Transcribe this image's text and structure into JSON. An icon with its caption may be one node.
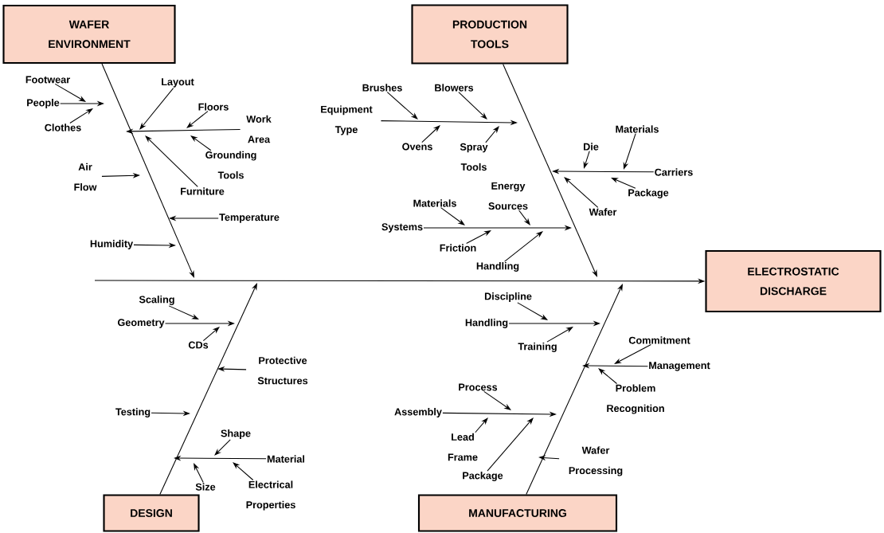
{
  "diagram": {
    "nodes": [
      {
        "text": [
          "WAFER ENVIRONMENT"
        ]
      },
      {
        "text": [
          "PRODUCTION TOOLS"
        ]
      },
      {
        "text": [
          "ELECTROSTATIC DISCHARGE"
        ]
      },
      {
        "text": [
          "DESIGN"
        ]
      },
      {
        "text": [
          "MANUFACTURING"
        ]
      },
      {
        "text": [
          "Footwear"
        ]
      },
      {
        "text": [
          "People"
        ]
      },
      {
        "text": [
          "Clothes"
        ]
      },
      {
        "text": [
          "Layout"
        ]
      },
      {
        "text": [
          "Floors"
        ]
      },
      {
        "text": [
          "Work Area"
        ]
      },
      {
        "text": [
          "Grounding Tools"
        ]
      },
      {
        "text": [
          "Air Flow"
        ]
      },
      {
        "text": [
          "Furniture"
        ]
      },
      {
        "text": [
          "Temperature"
        ]
      },
      {
        "text": [
          "Humidity"
        ]
      },
      {
        "text": [
          "Brushes"
        ]
      },
      {
        "text": [
          "Blowers"
        ]
      },
      {
        "text": [
          "Equipment Type"
        ]
      },
      {
        "text": [
          "Ovens"
        ]
      },
      {
        "text": [
          "Spray Tools"
        ]
      },
      {
        "text": [
          "Materials"
        ]
      },
      {
        "text": [
          "Die"
        ]
      },
      {
        "text": [
          "Carriers"
        ]
      },
      {
        "text": [
          "Package"
        ]
      },
      {
        "text": [
          "Wafer"
        ]
      },
      {
        "text": [
          "Energy Sources"
        ]
      },
      {
        "text": [
          "Materials"
        ]
      },
      {
        "text": [
          "Systems"
        ]
      },
      {
        "text": [
          "Friction"
        ]
      },
      {
        "text": [
          "Handling"
        ]
      },
      {
        "text": [
          "Scaling"
        ]
      },
      {
        "text": [
          "Geometry"
        ]
      },
      {
        "text": [
          "CDs"
        ]
      },
      {
        "text": [
          "Protective Structures"
        ]
      },
      {
        "text": [
          "Testing"
        ]
      },
      {
        "text": [
          "Shape"
        ]
      },
      {
        "text": [
          "Material"
        ]
      },
      {
        "text": [
          "Size"
        ]
      },
      {
        "text": [
          "Electrical Properties"
        ]
      },
      {
        "text": [
          "Discipline"
        ]
      },
      {
        "text": [
          "Handling"
        ]
      },
      {
        "text": [
          "Training"
        ]
      },
      {
        "text": [
          "Commitment"
        ]
      },
      {
        "text": [
          "Management"
        ]
      },
      {
        "text": [
          "Problem Recognition"
        ]
      },
      {
        "text": [
          "Process"
        ]
      },
      {
        "text": [
          "Assembly"
        ]
      },
      {
        "text": [
          "Lead Frame"
        ]
      },
      {
        "text": [
          "Package"
        ]
      },
      {
        "text": [
          "Wafer Processing"
        ]
      }
    ],
    "edges": [
      {
        "from": null,
        "to": 2,
        "arrow": "to"
      },
      {
        "from": 0,
        "to": null,
        "arrow": "to"
      },
      {
        "from": 1,
        "to": null,
        "arrow": "to"
      },
      {
        "from": 3,
        "to": null,
        "arrow": "to"
      },
      {
        "from": 4,
        "to": null,
        "arrow": "to"
      },
      {
        "from": 6,
        "to": null,
        "arrow": "to"
      },
      {
        "from": 5,
        "to": null,
        "arrow": "to"
      },
      {
        "from": 7,
        "to": null,
        "arrow": "to"
      },
      {
        "from": 10,
        "to": null,
        "arrow": "to"
      },
      {
        "from": 8,
        "to": null,
        "arrow": "to"
      },
      {
        "from": 9,
        "to": null,
        "arrow": "to"
      },
      {
        "from": 11,
        "to": null,
        "arrow": "to"
      },
      {
        "from": 13,
        "to": null,
        "arrow": "to"
      },
      {
        "from": 12,
        "to": null,
        "arrow": "to"
      },
      {
        "from": 14,
        "to": null,
        "arrow": "to"
      },
      {
        "from": 15,
        "to": null,
        "arrow": "to"
      },
      {
        "from": 18,
        "to": null,
        "arrow": "to"
      },
      {
        "from": 16,
        "to": null,
        "arrow": "to"
      },
      {
        "from": 17,
        "to": null,
        "arrow": "to"
      },
      {
        "from": 19,
        "to": null,
        "arrow": "to"
      },
      {
        "from": 20,
        "to": null,
        "arrow": "to"
      },
      {
        "from": 23,
        "to": null,
        "arrow": "to"
      },
      {
        "from": 22,
        "to": null,
        "arrow": "to"
      },
      {
        "from": 21,
        "to": null,
        "arrow": "to"
      },
      {
        "from": 24,
        "to": null,
        "arrow": "to"
      },
      {
        "from": 25,
        "to": null,
        "arrow": "to"
      },
      {
        "from": 28,
        "to": null,
        "arrow": "to"
      },
      {
        "from": 27,
        "to": null,
        "arrow": "to"
      },
      {
        "from": 26,
        "to": null,
        "arrow": "to"
      },
      {
        "from": 29,
        "to": null,
        "arrow": "to"
      },
      {
        "from": 30,
        "to": null,
        "arrow": "to"
      },
      {
        "from": 32,
        "to": null,
        "arrow": "to"
      },
      {
        "from": 31,
        "to": null,
        "arrow": "to"
      },
      {
        "from": 33,
        "to": null,
        "arrow": "to"
      },
      {
        "from": 34,
        "to": null,
        "arrow": "to"
      },
      {
        "from": 35,
        "to": null,
        "arrow": "to"
      },
      {
        "from": 37,
        "to": null,
        "arrow": "to"
      },
      {
        "from": 36,
        "to": null,
        "arrow": "to"
      },
      {
        "from": 38,
        "to": null,
        "arrow": "to"
      },
      {
        "from": 39,
        "to": null,
        "arrow": "to"
      },
      {
        "from": 41,
        "to": null,
        "arrow": "to"
      },
      {
        "from": 40,
        "to": null,
        "arrow": "to"
      },
      {
        "from": 42,
        "to": null,
        "arrow": "to"
      },
      {
        "from": 44,
        "to": null,
        "arrow": "to"
      },
      {
        "from": 43,
        "to": null,
        "arrow": "to"
      },
      {
        "from": 45,
        "to": null,
        "arrow": "to"
      },
      {
        "from": 47,
        "to": null,
        "arrow": "to"
      },
      {
        "from": 46,
        "to": null,
        "arrow": "to"
      },
      {
        "from": 48,
        "to": null,
        "arrow": "to"
      },
      {
        "from": 49,
        "to": null,
        "arrow": "to"
      },
      {
        "from": 50,
        "to": null,
        "arrow": "to"
      }
    ]
  }
}
